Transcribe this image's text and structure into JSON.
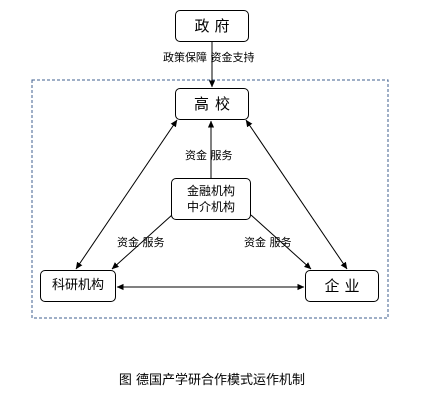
{
  "nodes": {
    "government": "政府",
    "university": "高校",
    "financial_line1": "金融机构",
    "financial_line2": "中介机构",
    "research": "科研机构",
    "enterprise": "企业"
  },
  "edge_labels": {
    "policy": "政策保障 资金支持",
    "finance_to_university": "资金  服务",
    "finance_to_research": "资金  服务",
    "finance_to_enterprise": "资金  服务"
  },
  "caption": "图  德国产学研合作模式运作机制"
}
